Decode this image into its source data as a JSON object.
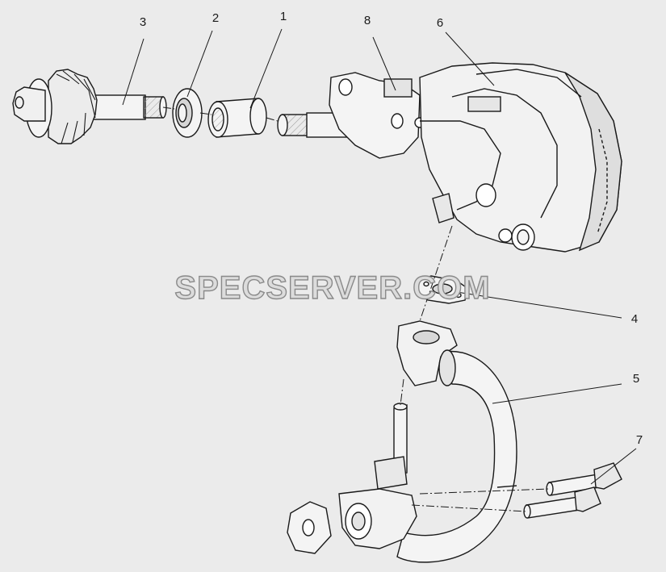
{
  "diagram": {
    "callouts": [
      "3",
      "2",
      "1",
      "8",
      "6",
      "4",
      "5",
      "7"
    ]
  },
  "watermark": {
    "text": "SPECSERVER.COM"
  },
  "colors": {
    "background": "#ebebeb",
    "line": "#1a1a1a",
    "part_fill": "#f4f4f4",
    "shade": "#c8c8c8"
  }
}
